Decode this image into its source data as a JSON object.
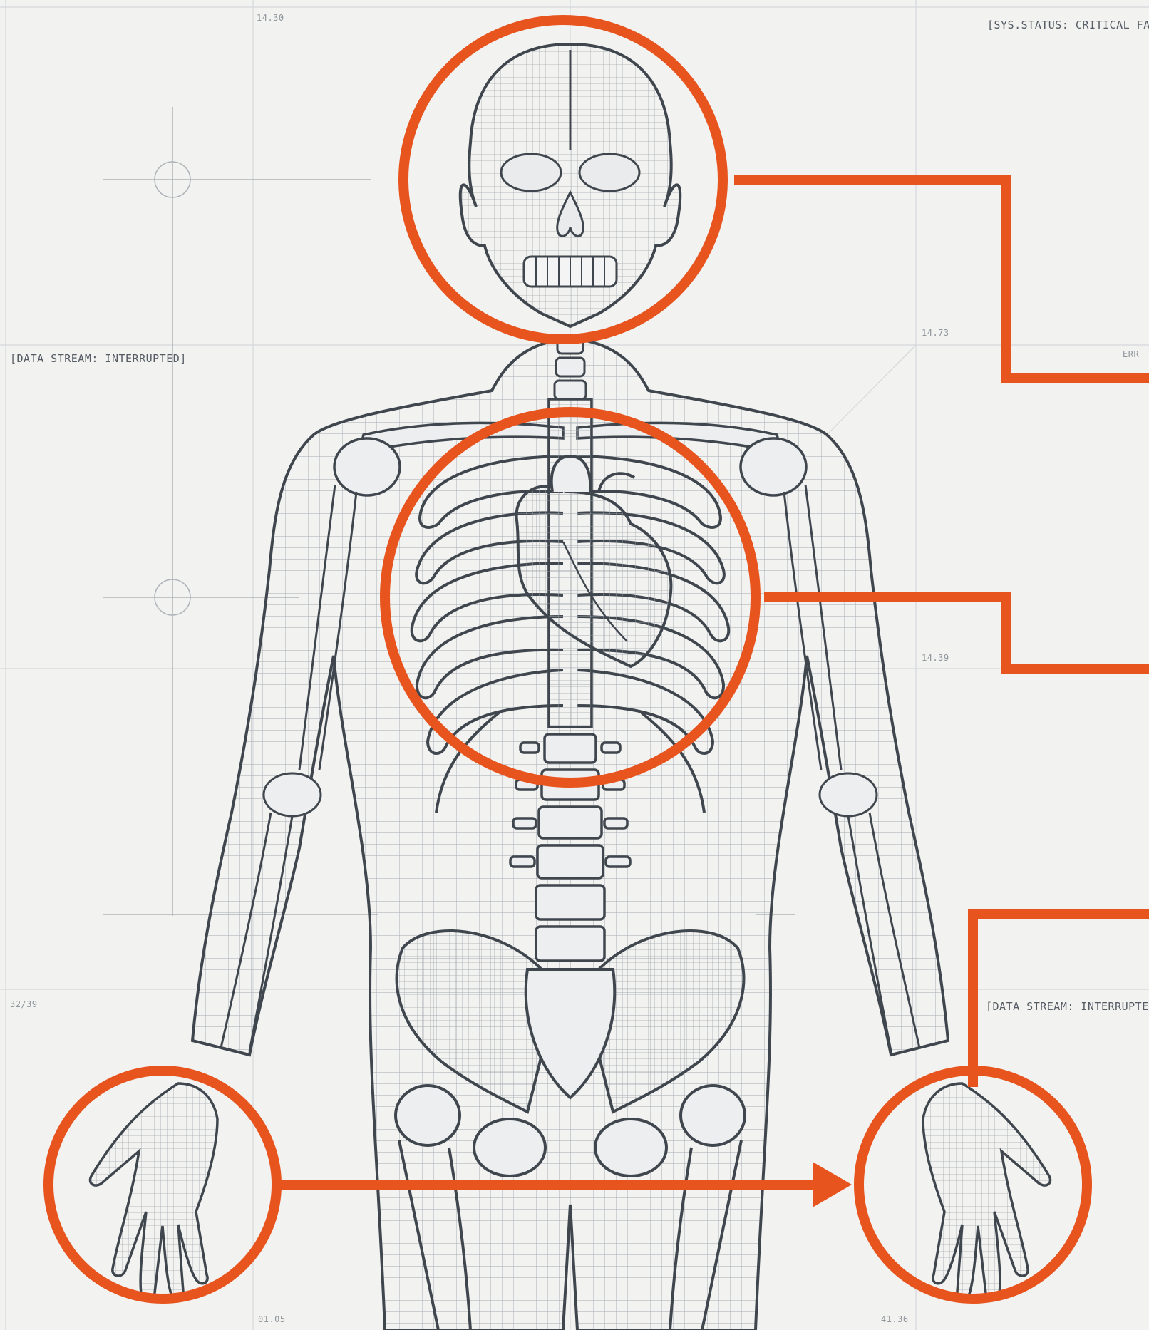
{
  "diagram": {
    "status_labels": {
      "top_right": "[SYS.STATUS: CRITICAL FAIL]",
      "left_mid": "[DATA STREAM: INTERRUPTED]",
      "right_lower": "[DATA STREAM: INTERRUPTED]",
      "right_edge_clipped": "ERR"
    },
    "coordinate_labels": {
      "top": "14.30",
      "right_upper": "14.73",
      "right_mid": "14.39",
      "left_lower": "32/39",
      "bottom_left": "01.05",
      "bottom_right": "41.36"
    },
    "highlight_regions": [
      "head",
      "heart",
      "left-hand",
      "right-hand"
    ],
    "colors": {
      "accent": "#e8541e",
      "line": "#3f464d",
      "mesh": "#9aa1a7",
      "grid": "#d4d7da",
      "background": "#f2f2f1"
    }
  }
}
